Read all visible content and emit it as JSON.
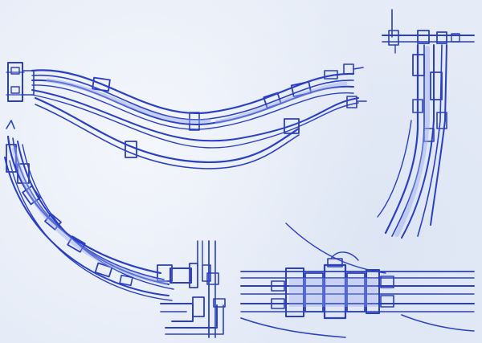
{
  "colors": {
    "paper": "#e6ecf7",
    "ink": "#2a3fc4",
    "ink_light": "#6b7fe0",
    "wash": "#9aaaf0"
  },
  "figures": [
    {
      "name": "sketch-top-hose-bundle"
    },
    {
      "name": "sketch-right-vertical-bundle"
    },
    {
      "name": "sketch-left-curved-bundle"
    },
    {
      "name": "sketch-bottom-connector-block"
    }
  ]
}
